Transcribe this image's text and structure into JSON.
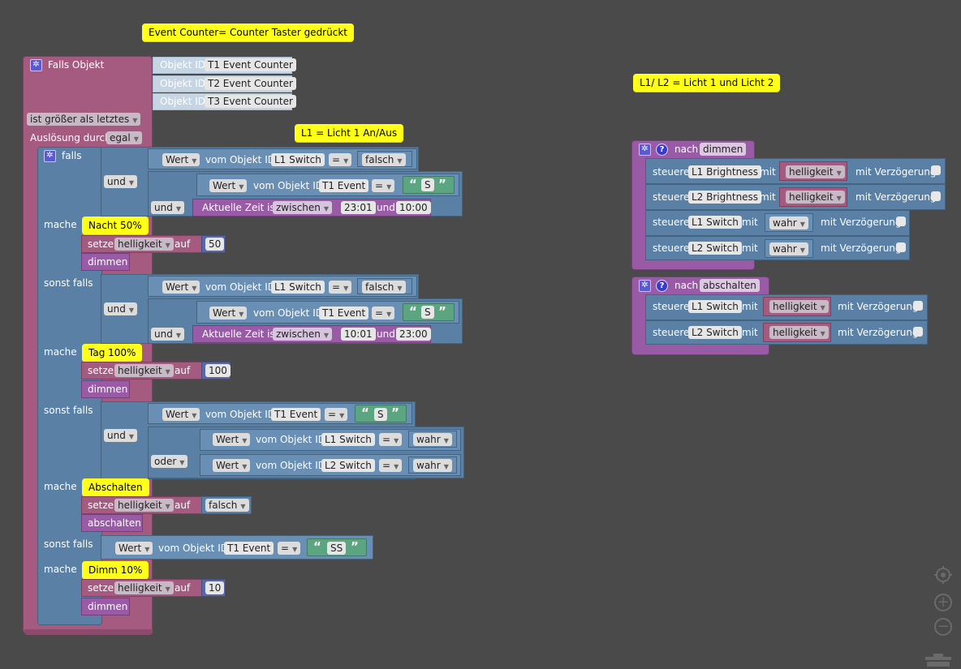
{
  "comments": {
    "event_counter": "Event Counter= Counter Taster gedrückt",
    "l1_licht": "L1 = Licht 1 An/Aus",
    "l1l2": "L1/ L2 = Licht 1 und Licht 2"
  },
  "trigger": {
    "title": "Falls Objekt",
    "objid_label": "Objekt ID",
    "objects": [
      "T1 Event Counter",
      "T2 Event Counter",
      "T3 Event Counter"
    ],
    "condition": "ist größer als letztes",
    "trigger_label": "Auslösung durch",
    "trigger_value": "egal"
  },
  "ifblock": {
    "falls": "falls",
    "mache": "mache",
    "sonst_falls": "sonst falls",
    "und": "und",
    "oder": "oder",
    "wert": "Wert",
    "vom_objekt": "vom Objekt ID",
    "eq": "=",
    "aktuelle_zeit": "Aktuelle Zeit ist",
    "zwischen": "zwischen",
    "und_time": "und",
    "setze": "setze",
    "auf": "auf",
    "helligkeit": "helligkeit",
    "dimmen": "dimmen",
    "abschalten": "abschalten",
    "quote_open": "“",
    "quote_close": "”",
    "branch1": {
      "obj1": "L1 Switch",
      "val1": "falsch",
      "obj2": "T1 Event",
      "str2": "S",
      "from": "23:01",
      "to": "10:00",
      "note": "Nacht 50%",
      "set_value": "50"
    },
    "branch2": {
      "obj1": "L1 Switch",
      "val1": "falsch",
      "obj2": "T1 Event",
      "str2": "S",
      "from": "10:01",
      "to": "23:00",
      "note": "Tag 100%",
      "set_value": "100"
    },
    "branch3": {
      "obj1": "T1 Event",
      "str1": "S",
      "obj2": "L1 Switch",
      "val2": "wahr",
      "obj3": "L2 Switch",
      "val3": "wahr",
      "note": "Abschalten",
      "set_value": "falsch"
    },
    "branch4": {
      "obj1": "T1 Event",
      "str1": "SS",
      "note": "Dimm 10%",
      "set_value": "10"
    }
  },
  "procs": {
    "nach": "nach",
    "steuere": "steuere",
    "mit": "mit",
    "mit_verz": "mit Verzögerung",
    "dimmen": {
      "name": "dimmen",
      "rows": [
        {
          "obj": "L1 Brightness",
          "val": "helligkeit"
        },
        {
          "obj": "L2 Brightness",
          "val": "helligkeit"
        },
        {
          "obj": "L1 Switch",
          "val": "wahr"
        },
        {
          "obj": "L2 Switch",
          "val": "wahr"
        }
      ]
    },
    "abschalten": {
      "name": "abschalten",
      "rows": [
        {
          "obj": "L1 Switch",
          "val": "helligkeit"
        },
        {
          "obj": "L2 Switch",
          "val": "helligkeit"
        }
      ]
    }
  },
  "icons": {
    "gear": "gear-icon",
    "help": "help-icon",
    "target": "target-icon",
    "zoom_in": "zoom-in-icon",
    "zoom_out": "zoom-out-icon",
    "trash": "trash-icon"
  },
  "controls": {
    "zoom_in": "+",
    "zoom_out": "−"
  },
  "colors": {
    "background": "#4a4a4a",
    "trigger": "#a55b80",
    "logic": "#5b80a5",
    "procedure": "#995ba5",
    "math": "#5b67a5",
    "text": "#5ba580",
    "comment": "#ffff1a"
  }
}
